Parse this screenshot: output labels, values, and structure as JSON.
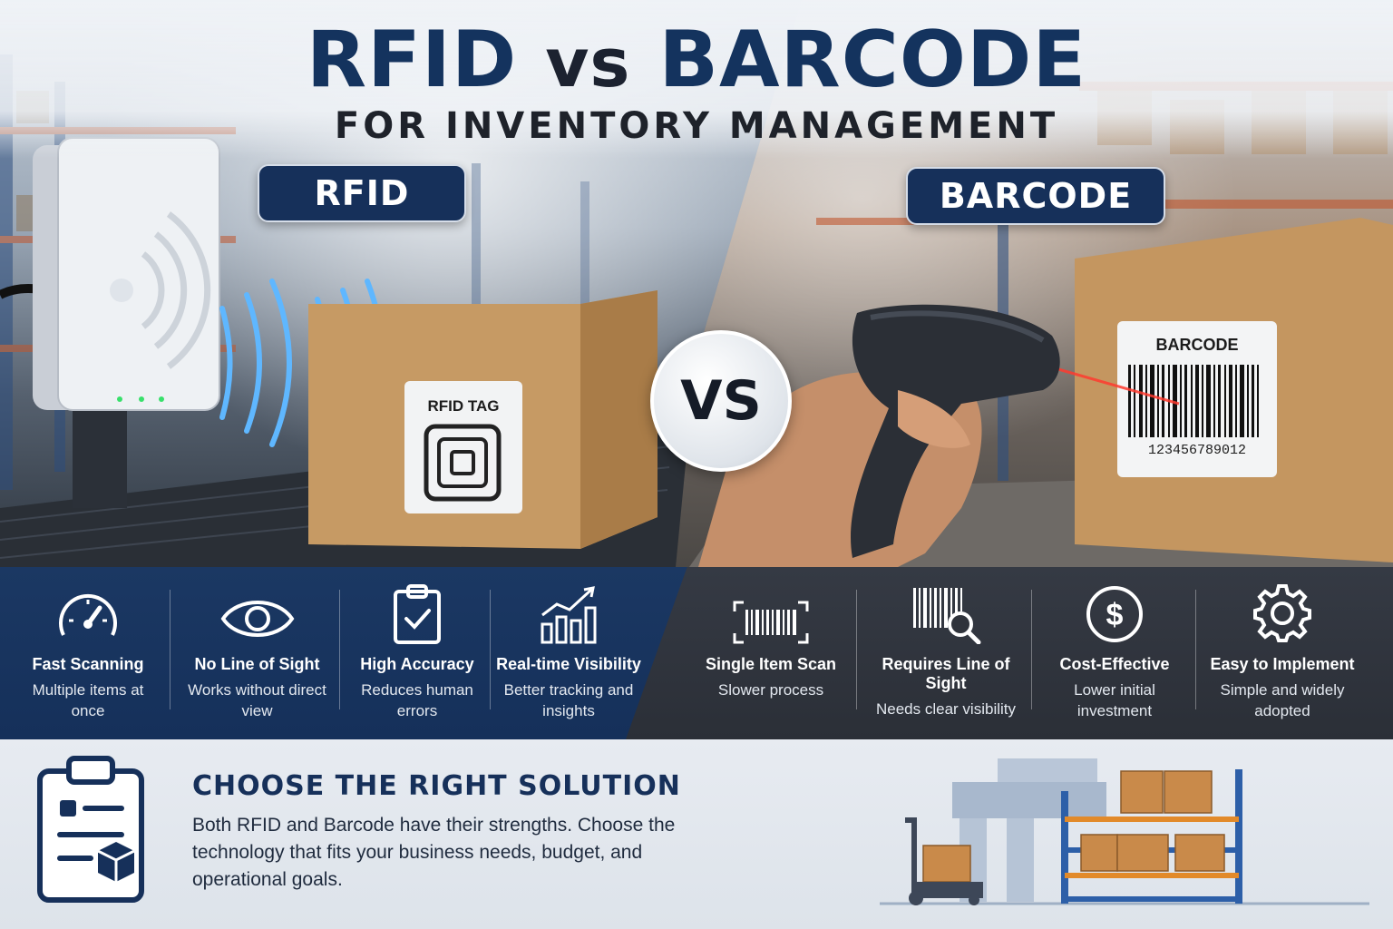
{
  "header": {
    "title_left": "RFID",
    "title_vs": "vs",
    "title_right": "BARCODE",
    "subtitle": "FOR INVENTORY MANAGEMENT"
  },
  "hero": {
    "rfid_pill": "RFID",
    "barcode_pill": "BARCODE",
    "vs_badge": "VS",
    "rfid_tag_label": "RFID TAG",
    "barcode_label_title": "BARCODE",
    "barcode_number": "123456789012"
  },
  "rfid_features": [
    {
      "icon": "speedometer-icon",
      "title": "Fast Scanning",
      "desc": "Multiple items at once"
    },
    {
      "icon": "eye-icon",
      "title": "No Line of Sight",
      "desc": "Works without direct view"
    },
    {
      "icon": "clipboard-check-icon",
      "title": "High Accuracy",
      "desc": "Reduces human errors"
    },
    {
      "icon": "chart-growth-icon",
      "title": "Real-time Visibility",
      "desc": "Better tracking and insights"
    }
  ],
  "barcode_features": [
    {
      "icon": "barcode-scan-icon",
      "title": "Single Item Scan",
      "desc": "Slower process"
    },
    {
      "icon": "barcode-magnifier-icon",
      "title": "Requires Line of Sight",
      "desc": "Needs clear visibility"
    },
    {
      "icon": "dollar-icon",
      "title": "Cost-Effective",
      "desc": "Lower initial investment"
    },
    {
      "icon": "gear-icon",
      "title": "Easy to Implement",
      "desc": "Simple and widely adopted"
    }
  ],
  "footer": {
    "heading": "CHOOSE THE RIGHT SOLUTION",
    "body": "Both RFID and Barcode have their strengths. Choose the technology that fits your business needs, budget, and operational goals."
  },
  "colors": {
    "navy": "#16305a",
    "charcoal": "#2f333b",
    "rfid_wave": "#4aa8ff",
    "laser": "#ff3b2f",
    "cardboard": "#c89a63"
  }
}
